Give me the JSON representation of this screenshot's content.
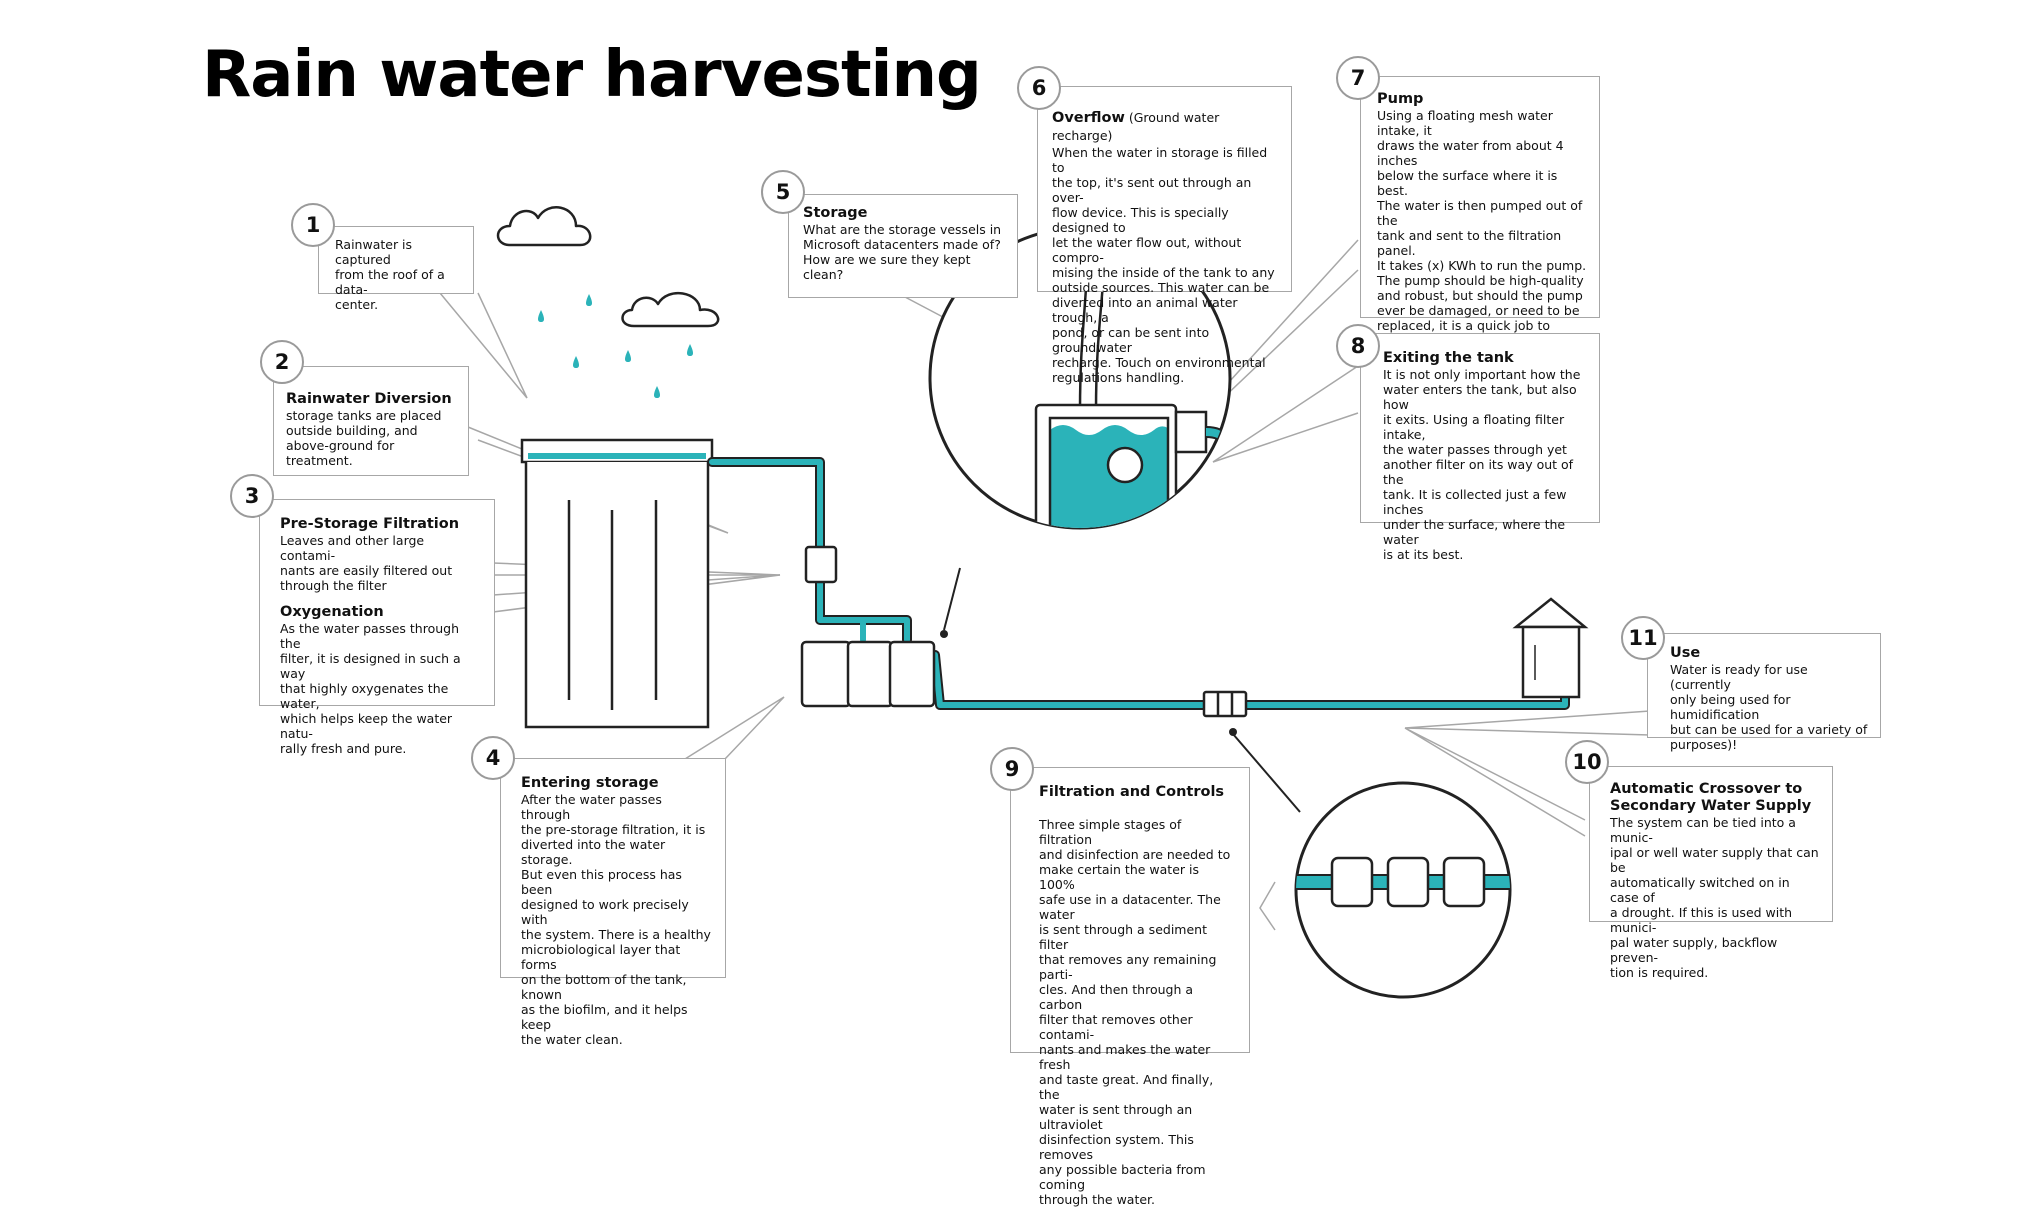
{
  "title": "Rain water harvesting",
  "colors": {
    "water": "#2bb3b9",
    "line": "#222222",
    "callout_border": "#a7a7a7"
  },
  "callouts": [
    {
      "num": "1",
      "heading": "",
      "subheading": "",
      "text": "Rainwater is captured\nfrom the roof of a data-\ncenter."
    },
    {
      "num": "2",
      "heading": "Rainwater Diversion",
      "subheading": "",
      "text": "storage tanks are placed\noutside building, and\nabove-ground for treatment."
    },
    {
      "num": "3",
      "heading": "Pre-Storage Filtration",
      "subheading": "",
      "text": "Leaves and other large contami-\nnants are easily filtered out\nthrough the filter",
      "heading2": "Oxygenation",
      "text2": "As the water passes through the\nfilter, it is designed in such a way\nthat highly oxygenates the water,\nwhich helps keep the water natu-\nrally fresh and pure."
    },
    {
      "num": "4",
      "heading": "Entering storage",
      "subheading": "",
      "text": "After the water passes through\nthe pre-storage filtration, it is\ndiverted into the water storage.\nBut even this process has been\ndesigned to work precisely with\nthe system. There is a healthy\nmicrobiological layer that forms\non the bottom of the tank, known\nas the biofilm, and it helps keep\nthe water clean."
    },
    {
      "num": "5",
      "heading": "Storage",
      "subheading": "",
      "text": "What are the storage vessels in\nMicrosoft datacenters made of?\nHow are we sure they kept clean?"
    },
    {
      "num": "6",
      "heading": "Overflow",
      "subheading": " (Ground water recharge)",
      "text": "When the water in storage is filled to\nthe top, it's sent out through an over-\nflow device. This is specially designed to\nlet the water flow out, without compro-\nmising the inside of the tank to any\noutside sources. This water can be\ndiverted into an animal water trough, a\npond, or can be sent into groundwater\nrecharge. Touch on environmental\nregulations handling."
    },
    {
      "num": "7",
      "heading": "Pump",
      "subheading": "",
      "text": "Using a floating mesh water intake, it\ndraws the water from about 4 inches\nbelow the surface where it is best.\nThe water is then pumped out of the\ntank and sent to the filtration panel.\nIt takes (x) KWh to run the pump.\nThe pump should be high-quality\nand robust, but should the pump\never be damaged, or need to be\nreplaced, it is a quick job to replace\nthe pump since it is very accessible."
    },
    {
      "num": "8",
      "heading": "Exiting the tank",
      "subheading": "",
      "text": "It is not only important how the\nwater enters the tank, but also how\nit exits. Using a floating filter intake,\nthe water passes through yet\nanother filter on its way out of the\ntank. It is collected just a few inches\nunder the surface, where the water\nis at its best."
    },
    {
      "num": "9",
      "heading": "Filtration and Controls",
      "subheading": "",
      "text": "Three simple stages of filtration\nand disinfection are needed to\nmake certain the water is 100%\nsafe use in a datacenter. The water\nis sent through a sediment filter\nthat removes any remaining parti-\ncles. And then through a carbon\nfilter that removes other contami-\nnants and makes the water fresh\nand taste great. And finally, the\nwater is sent through an ultraviolet\ndisinfection system. This removes\nany possible bacteria from coming\nthrough the water."
    },
    {
      "num": "10",
      "heading": "Automatic Crossover to\nSecondary Water Supply",
      "subheading": "",
      "text": "The system can be tied into a munic-\nipal or well water supply that can be\nautomatically switched on in case of\na drought. If this is used with munici-\npal water supply, backflow preven-\ntion is required."
    },
    {
      "num": "11",
      "heading": "Use",
      "subheading": "",
      "text": "Water is ready for use (currently\nonly being used for humidification\nbut can be used for a variety of\npurposes)!"
    }
  ]
}
